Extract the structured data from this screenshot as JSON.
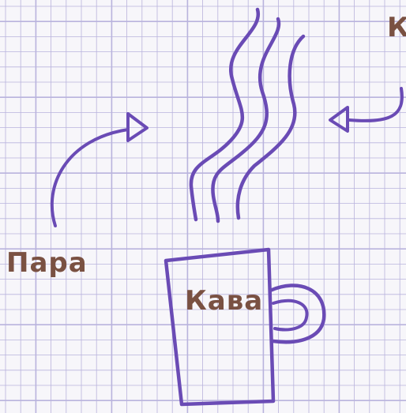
{
  "labels": {
    "steam": "Пара",
    "coffee": "Кава",
    "partial": "К"
  },
  "colors": {
    "paper": "#f7f6fa",
    "grid": "#b9b3dd",
    "ink": "#6a4bb5",
    "label_text": "#7a5142"
  }
}
